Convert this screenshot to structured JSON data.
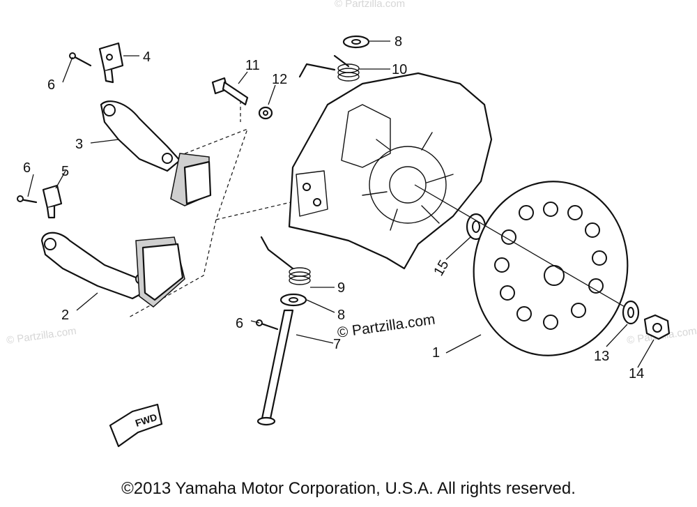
{
  "watermark": {
    "text": "© Partzilla.com",
    "faint_text": "© Partzilla.com"
  },
  "footer": {
    "copyright": "©2013 Yamaha Motor Corporation, U.S.A. All rights reserved."
  },
  "fwd_label": "FWD",
  "callouts": {
    "c1": "1",
    "c2": "2",
    "c3": "3",
    "c4": "4",
    "c5": "5",
    "c6a": "6",
    "c6b": "6",
    "c6c": "6",
    "c7": "7",
    "c8a": "8",
    "c8b": "8",
    "c9": "9",
    "c10": "10",
    "c11": "11",
    "c12": "12",
    "c13": "13",
    "c14": "14",
    "c15": "15"
  }
}
